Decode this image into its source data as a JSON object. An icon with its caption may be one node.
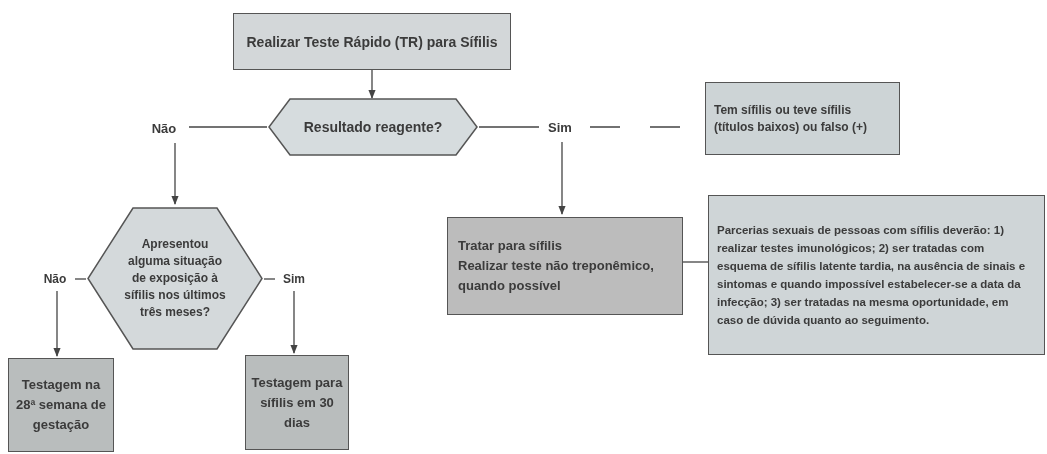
{
  "diagram": {
    "nodes": [
      {
        "text": [
          "Realizar Teste Rápido (TR)  para Sífilis"
        ]
      },
      {
        "text": [
          "Resultado reagente?"
        ]
      },
      {
        "text": [
          "Não"
        ]
      },
      {
        "text": [
          "Sim"
        ]
      },
      {
        "text": [
          "Tem sífilis ou teve sífilis (títulos baixos) ou falso (+)"
        ]
      },
      {
        "text": [
          "Apresentou alguma situação de exposição à sífilis nos últimos três meses?"
        ]
      },
      {
        "text": [
          "Não"
        ]
      },
      {
        "text": [
          "Sim"
        ]
      },
      {
        "text": [
          "Testagem na 28ª semana de gestação"
        ]
      },
      {
        "text": [
          "Testagem para sífilis em 30 dias"
        ]
      },
      {
        "text": [
          "Tratar para sífilis",
          "Realizar teste não treponêmico, quando possível"
        ]
      },
      {
        "text": [
          "Parcerias sexuais de pessoas com sífilis deverão: 1) realizar testes imunológicos; 2) ser tratadas com esquema de sífilis latente tardia, na ausência de sinais e sintomas e quando impossível estabelecer-se a data da infecção; 3) ser tratadas na mesma oportunidade, em caso de dúvida quanto ao seguimento."
        ]
      }
    ],
    "edges": [
      {
        "from": 0,
        "to": 1,
        "arrow": "to"
      },
      {
        "from": 1,
        "to": 2,
        "arrow": "none"
      },
      {
        "from": 2,
        "to": 5,
        "arrow": "to"
      },
      {
        "from": 1,
        "to": 3,
        "arrow": "none"
      },
      {
        "from": 3,
        "to": 4,
        "arrow": "none",
        "style": "dashed"
      },
      {
        "from": 3,
        "to": 10,
        "arrow": "to"
      },
      {
        "from": 10,
        "to": 11,
        "arrow": "none"
      },
      {
        "from": 5,
        "to": 6,
        "arrow": "none"
      },
      {
        "from": 6,
        "to": 8,
        "arrow": "to"
      },
      {
        "from": 5,
        "to": 7,
        "arrow": "none"
      },
      {
        "from": 7,
        "to": 9,
        "arrow": "to"
      }
    ]
  }
}
